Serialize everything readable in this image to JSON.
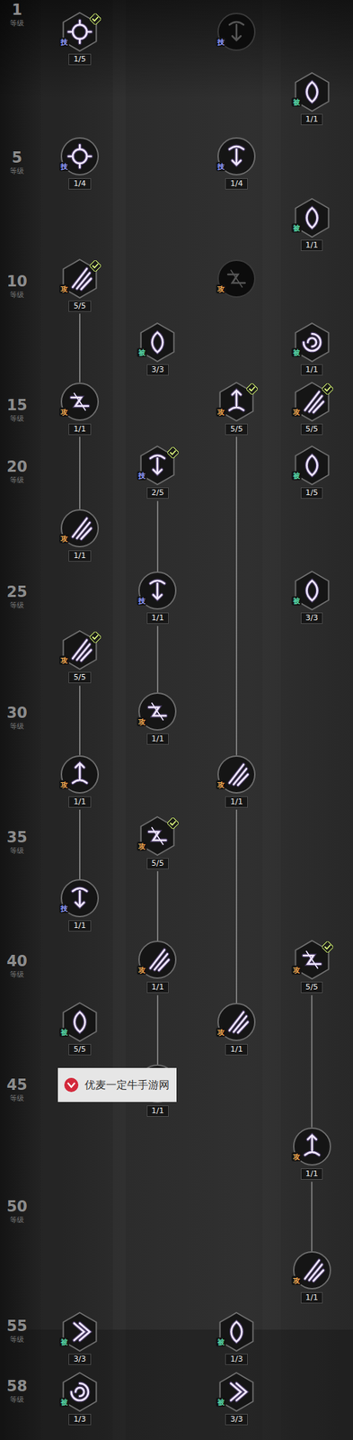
{
  "diagram": {
    "nodes": [
      {
        "text": [
          "技",
          "1/5"
        ]
      },
      {
        "text": [
          "技"
        ]
      },
      {
        "text": [
          "被",
          "1/1"
        ]
      },
      {
        "text": [
          "技",
          "1/4"
        ]
      },
      {
        "text": [
          "技",
          "1/4"
        ]
      },
      {
        "text": [
          "被",
          "1/1"
        ]
      },
      {
        "text": [
          "攻",
          "5/5"
        ]
      },
      {
        "text": [
          "攻"
        ]
      },
      {
        "text": [
          "被",
          "3/3"
        ]
      },
      {
        "text": [
          "被",
          "1/1"
        ]
      },
      {
        "text": [
          "攻",
          "1/1"
        ]
      },
      {
        "text": [
          "攻",
          "5/5"
        ]
      },
      {
        "text": [
          "攻",
          "5/5"
        ]
      },
      {
        "text": [
          "技",
          "2/5"
        ]
      },
      {
        "text": [
          "被",
          "1/5"
        ]
      },
      {
        "text": [
          "攻",
          "1/1"
        ]
      },
      {
        "text": [
          "技",
          "1/1"
        ]
      },
      {
        "text": [
          "被",
          "3/3"
        ]
      },
      {
        "text": [
          "攻",
          "5/5"
        ]
      },
      {
        "text": [
          "攻",
          "1/1"
        ]
      },
      {
        "text": [
          "攻",
          "1/1"
        ]
      },
      {
        "text": [
          "攻",
          "1/1"
        ]
      },
      {
        "text": [
          "攻",
          "5/5"
        ]
      },
      {
        "text": [
          "技",
          "1/1"
        ]
      },
      {
        "text": [
          "攻",
          "1/1"
        ]
      },
      {
        "text": [
          "攻",
          "5/5"
        ]
      },
      {
        "text": [
          "被",
          "5/5"
        ]
      },
      {
        "text": [
          "攻",
          "1/1"
        ]
      },
      {
        "text": [
          "1/1"
        ]
      },
      {
        "text": [
          "攻",
          "1/1"
        ]
      },
      {
        "text": [
          "攻",
          "1/1"
        ]
      },
      {
        "text": [
          "被",
          "3/3"
        ]
      },
      {
        "text": [
          "被",
          "1/3"
        ]
      },
      {
        "text": [
          "被",
          "1/3"
        ]
      },
      {
        "text": [
          "被",
          "3/3"
        ]
      }
    ],
    "edges": [
      {
        "from": 6,
        "to": 10,
        "arrow": "none"
      },
      {
        "from": 10,
        "to": 15,
        "arrow": "none"
      },
      {
        "from": 18,
        "to": 20,
        "arrow": "none"
      },
      {
        "from": 20,
        "to": 23,
        "arrow": "none"
      },
      {
        "from": 13,
        "to": 16,
        "arrow": "none"
      },
      {
        "from": 16,
        "to": 19,
        "arrow": "none"
      },
      {
        "from": 22,
        "to": 24,
        "arrow": "none"
      },
      {
        "from": 24,
        "to": 28,
        "arrow": "none"
      },
      {
        "from": 11,
        "to": 21,
        "arrow": "none"
      },
      {
        "from": 21,
        "to": 27,
        "arrow": "none"
      },
      {
        "from": 25,
        "to": 29,
        "arrow": "none"
      },
      {
        "from": 29,
        "to": 30,
        "arrow": "none"
      }
    ],
    "labels": [
      "1",
      "等级",
      "5",
      "等级",
      "10",
      "等级",
      "15",
      "等级",
      "20",
      "等级",
      "25",
      "等级",
      "30",
      "等级",
      "35",
      "等级",
      "40",
      "等级",
      "45",
      "等级",
      "50",
      "等级",
      "55",
      "等级",
      "58",
      "等级",
      "优麦一定牛手游网"
    ]
  }
}
